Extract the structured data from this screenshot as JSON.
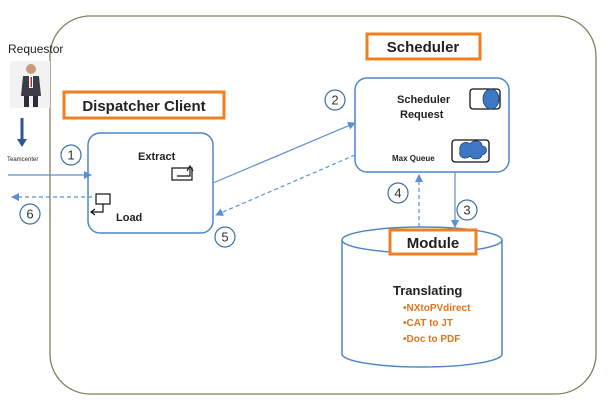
{
  "requestor": {
    "label": "Requestor",
    "system_label": "Teamcenter"
  },
  "dispatcher_client": {
    "title": "Dispatcher Client",
    "extract_label": "Extract",
    "load_label": "Load"
  },
  "scheduler": {
    "title": "Scheduler",
    "request_line1": "Scheduler",
    "request_line2": "Request",
    "max_queue_label": "Max Queue"
  },
  "module": {
    "title": "Module",
    "heading": "Translating",
    "items": [
      "•NXtoPVdirect",
      "•CAT to JT",
      "•Doc to PDF"
    ]
  },
  "steps": [
    "1",
    "2",
    "3",
    "4",
    "5",
    "6"
  ],
  "colors": {
    "orange": "#F07F20",
    "blue": "#4F86C6",
    "bullet_text": "#E0751B"
  }
}
